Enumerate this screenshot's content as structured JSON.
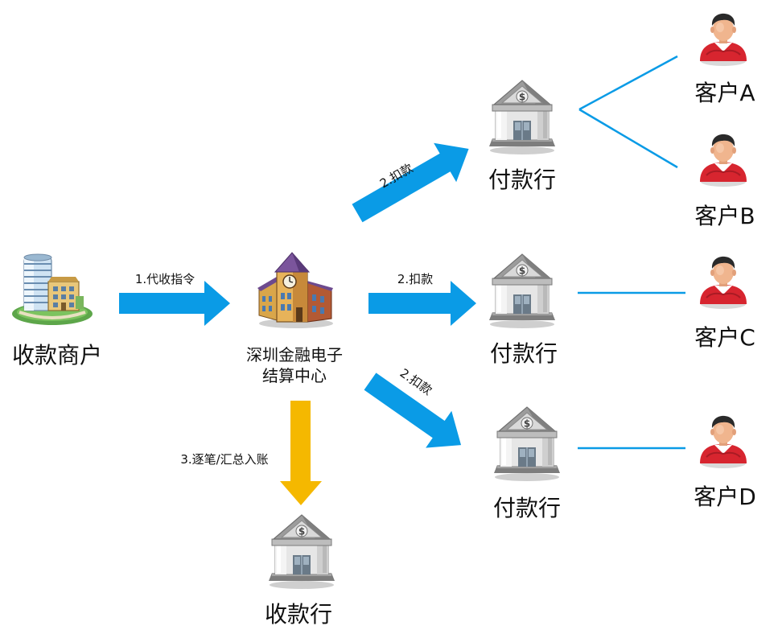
{
  "nodes": {
    "merchant": {
      "label": "收款商户"
    },
    "center": {
      "line1": "深圳金融电子",
      "line2": "结算中心"
    },
    "pay_bank_1": {
      "label": "付款行"
    },
    "pay_bank_2": {
      "label": "付款行"
    },
    "pay_bank_3": {
      "label": "付款行"
    },
    "receive_bank": {
      "label": "收款行"
    },
    "customer_a": {
      "label": "客户A"
    },
    "customer_b": {
      "label": "客户B"
    },
    "customer_c": {
      "label": "客户C"
    },
    "customer_d": {
      "label": "客户D"
    }
  },
  "edges": {
    "instruction": {
      "label": "1.代收指令"
    },
    "debit_1": {
      "label": "2.扣款"
    },
    "debit_2": {
      "label": "2.扣款"
    },
    "debit_3": {
      "label": "2.扣款"
    },
    "settle": {
      "label": "3.逐笔/汇总入账"
    }
  },
  "colors": {
    "arrow_blue": "#0a9be6",
    "arrow_yellow": "#f5b800",
    "link_blue": "#0a9be6"
  },
  "icons": {
    "merchant": "office-building-icon",
    "center": "clock-tower-building-icon",
    "bank": "bank-building-icon",
    "customer": "person-avatar-icon"
  }
}
